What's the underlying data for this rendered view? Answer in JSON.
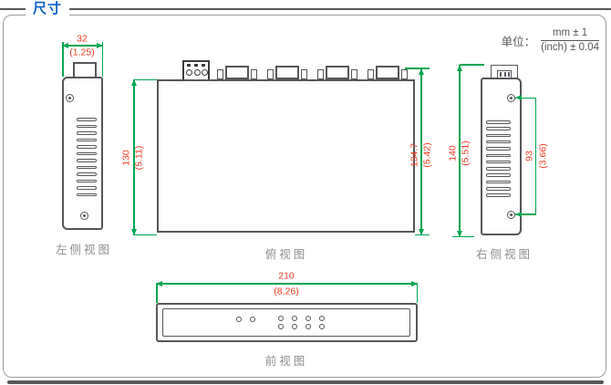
{
  "header": {
    "title": "尺寸",
    "unit_label": "单位：",
    "unit_mm": "mm ± 1",
    "unit_inch": "(inch) ± 0.04"
  },
  "views": {
    "left_side": {
      "label": "左侧视图",
      "width_mm": "32",
      "width_inch": "(1.25)"
    },
    "top": {
      "label": "俯视图",
      "depth_mm": "130",
      "depth_inch": "(5.11)",
      "overall_depth_mm": "134.7",
      "overall_depth_inch": "(5.42)"
    },
    "right_side": {
      "label": "右侧视图",
      "height_mm": "140",
      "height_inch": "(5.51)",
      "screw_span_mm": "93",
      "screw_span_inch": "(3.66)"
    },
    "front": {
      "label": "前视图",
      "width_mm": "210",
      "width_inch": "(8.26)"
    }
  },
  "colors": {
    "accent_blue": "#0b62c4",
    "dimension_text": "#f23b22",
    "dimension_line": "#00a651",
    "outline": "#55575a",
    "label_gray": "#8c8e90"
  }
}
